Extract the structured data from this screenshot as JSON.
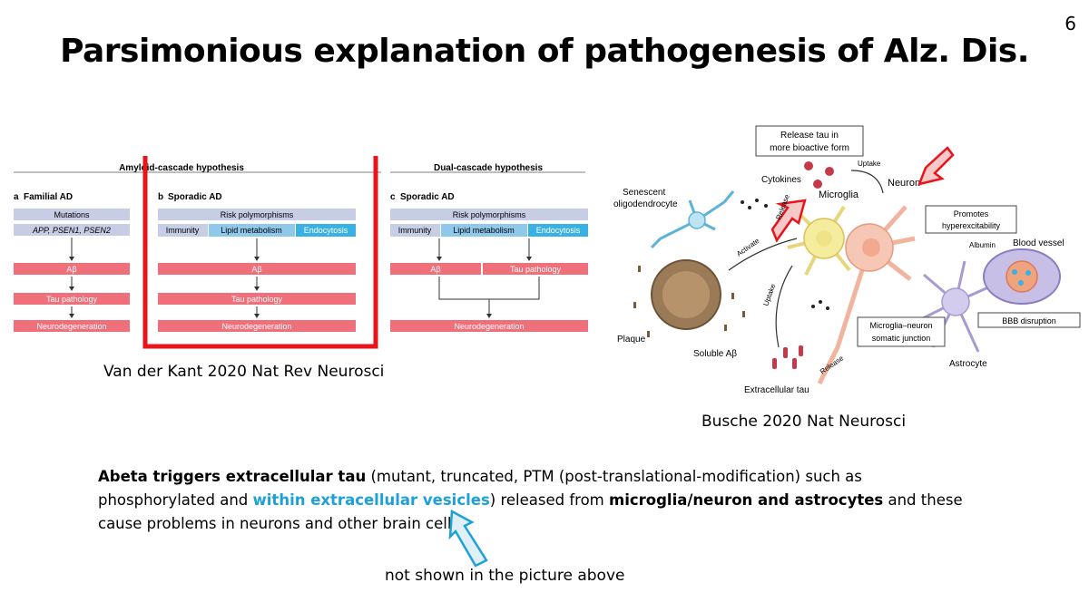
{
  "slide": {
    "number": "6",
    "title": "Parsimonious explanation of pathogenesis of Alz. Dis."
  },
  "left_figure": {
    "header_amyloid": "Amyloid-cascade hypothesis",
    "header_dual": "Dual-cascade hypothesis",
    "panel_a": {
      "letter": "a",
      "title": "Familial AD",
      "box1": "Mutations",
      "box2": "APP, PSEN1, PSEN2",
      "step1": "Aβ",
      "step2": "Tau pathology",
      "step3": "Neurodegeneration"
    },
    "panel_b": {
      "letter": "b",
      "title": "Sporadic AD",
      "box1": "Risk polymorphisms",
      "box2a": "Immunity",
      "box2b": "Lipid metabolism",
      "box2c": "Endocytosis",
      "step1": "Aβ",
      "step2": "Tau pathology",
      "step3": "Neurodegeneration"
    },
    "panel_c": {
      "letter": "c",
      "title": "Sporadic AD",
      "box1": "Risk polymorphisms",
      "box2a": "Immunity",
      "box2b": "Lipid metabolism",
      "box2c": "Endocytosis",
      "step1a": "Aβ",
      "step1b": "Tau pathology",
      "step3": "Neurodegeneration"
    },
    "citation": "Van der Kant 2020 Nat Rev Neurosci"
  },
  "right_figure": {
    "labels": {
      "release_tau": "Release tau in",
      "release_tau2": "more bioactive form",
      "uptake_top": "Uptake",
      "cytokines": "Cytokines",
      "microglia": "Microglia",
      "neuron": "Neuron",
      "senescent": "Senescent",
      "oligodendrocyte": "oligodendrocyte",
      "promotes": "Promotes",
      "hyperexcitability": "hyperexcitability",
      "albumin": "Albumin",
      "blood_vessel": "Blood vessel",
      "release_mid": "Release",
      "activate": "Activate",
      "uptake_mid": "Uptake",
      "bbb": "BBB disruption",
      "junction1": "Microglia–neuron",
      "junction2": "somatic junction",
      "plaque": "Plaque",
      "soluble": "Soluble Aβ",
      "release_bottom": "Release",
      "astrocyte": "Astrocyte",
      "extracellular_tau": "Extracellular tau"
    },
    "citation": "Busche 2020 Nat Neurosci"
  },
  "body": {
    "bold1": "Abeta triggers extracellular tau",
    "text1": " (mutant, truncated, PTM (post-translational-modification) such as phosphorylated and ",
    "highlight": "within extracellular vesicles",
    "text2": ") released from ",
    "bold2": "microglia/neuron and astrocytes",
    "text3": " and these cause problems in neurons and other brain cells."
  },
  "footnote": "not shown in the picture above",
  "colors": {
    "red_box": "#e8141a",
    "pink_bar": "#ef6f7a",
    "lavender_box": "#c8cde6",
    "blue_box": "#3ab1e3",
    "highlight_text": "#1ea0d8"
  }
}
